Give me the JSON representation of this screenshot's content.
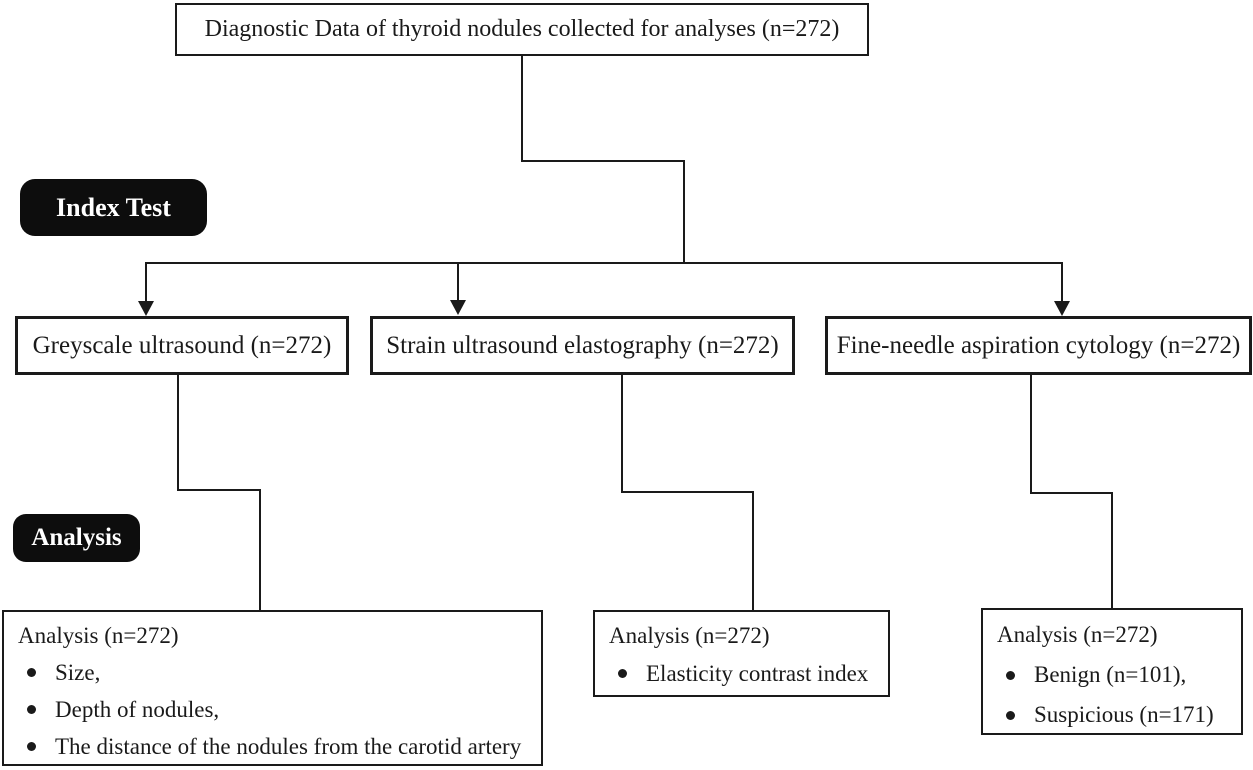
{
  "diagram": {
    "root": {
      "label": "Diagnostic Data of thyroid nodules collected for analyses (n=272)"
    },
    "stages": {
      "index_test": {
        "label": "Index Test"
      },
      "analysis": {
        "label": "Analysis"
      }
    },
    "index_tests": [
      {
        "label": "Greyscale ultrasound (n=272)"
      },
      {
        "label": "Strain ultrasound elastography (n=272)"
      },
      {
        "label": "Fine-needle aspiration cytology (n=272)"
      }
    ],
    "analyses": [
      {
        "title": "Analysis (n=272)",
        "bullets": [
          "Size,",
          "Depth of nodules,",
          "The distance of the nodules from the carotid artery"
        ]
      },
      {
        "title": "Analysis (n=272)",
        "bullets": [
          "Elasticity contrast index"
        ]
      },
      {
        "title": "Analysis (n=272)",
        "bullets": [
          "Benign (n=101),",
          "Suspicious (n=171)"
        ]
      }
    ],
    "colors": {
      "line": "#1a1a1a",
      "text": "#1a1a1a",
      "label_background": "#0d0d0d",
      "label_text": "#ffffff",
      "background": "#ffffff"
    }
  }
}
